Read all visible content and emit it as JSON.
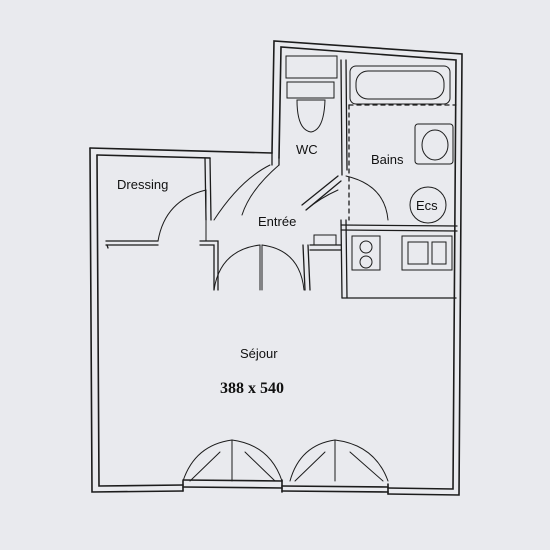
{
  "plan": {
    "rooms": {
      "wc": "WC",
      "bains": "Bains",
      "dressing": "Dressing",
      "entree": "Entrée",
      "ecs": "Ecs",
      "sejour": "Séjour"
    },
    "sejour_dimensions": "388 x 540"
  },
  "colors": {
    "paper": "#f6f6f8",
    "background": "#e4e5e9",
    "wall": "#1c1c1c"
  }
}
